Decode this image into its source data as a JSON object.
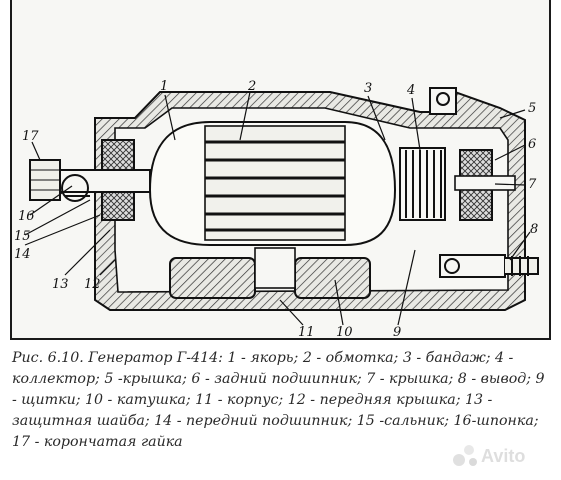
{
  "figure": {
    "callouts": [
      "1",
      "2",
      "3",
      "4",
      "5",
      "6",
      "7",
      "8",
      "9",
      "10",
      "11",
      "12",
      "13",
      "14",
      "15",
      "16",
      "17"
    ]
  },
  "caption": {
    "text": "Рис. 6.10. Генератор Г-414: 1 - якорь; 2 - обмотка; 3 - бандаж; 4 - коллектор; 5 -крышка; 6 - задний подшипник; 7 - крышка; 8 - вывод; 9 - щитки; 10 - катушка; 11 - корпус; 12 - передняя крышка; 13 - защитная шайба; 14 - передний подшипник; 15 -сальник; 16-шпонка; 17 - корончатая гайка"
  },
  "watermark": {
    "text": "Avito",
    "icon": "avito-logo-icon"
  }
}
